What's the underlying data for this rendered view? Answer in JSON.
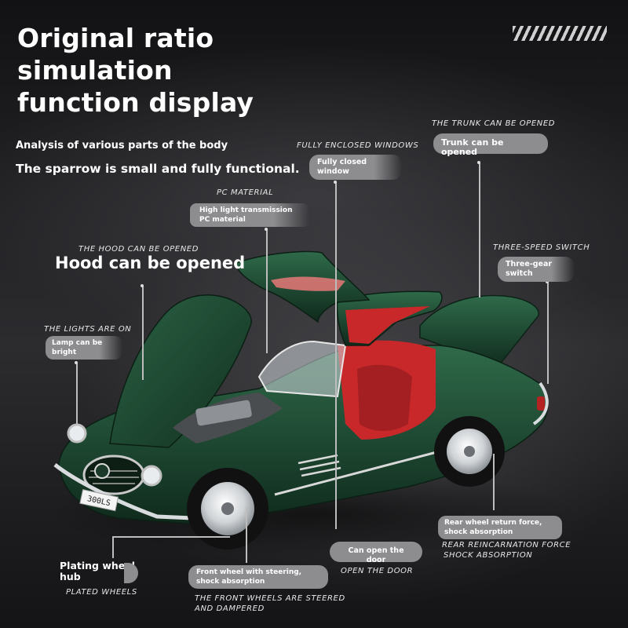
{
  "headline": [
    "Original ratio",
    "simulation",
    "function display"
  ],
  "subtitle_1": "Analysis of various parts of the body",
  "subtitle_2": "The sparrow is small and fully functional.",
  "callouts": {
    "windows": {
      "caption": "FULLY ENCLOSED WINDOWS",
      "pill": "Fully closed window"
    },
    "trunk": {
      "caption": "THE TRUNK CAN BE OPENED",
      "pill": "Trunk can be opened"
    },
    "pc_material": {
      "caption": "PC MATERIAL",
      "pill": "High light transmission PC material"
    },
    "hood": {
      "caption": "THE HOOD CAN BE OPENED",
      "label": "Hood can be opened"
    },
    "switch": {
      "caption": "THREE-SPEED SWITCH",
      "pill": "Three-gear switch"
    },
    "lights": {
      "caption": "THE LIGHTS ARE ON",
      "pill": "Lamp can be bright"
    },
    "rear_wheel": {
      "pill": "Rear wheel return force, shock absorption",
      "caption_1": "REAR REINCARNATION FORCE",
      "caption_2": "SHOCK ABSORPTION"
    },
    "door": {
      "pill": "Can open the door",
      "caption": "OPEN THE DOOR"
    },
    "hub": {
      "label_1": "Plating wheel",
      "label_2": "hub",
      "caption": "PLATED WHEELS"
    },
    "front_wheel": {
      "pill": "Front wheel with steering, shock absorption",
      "caption_1": "THE FRONT WHEELS ARE STEERED",
      "caption_2": "AND DAMPERED"
    }
  },
  "car": {
    "plate": "300LS",
    "body_color": "#1f4a33",
    "interior_color": "#c8282a"
  }
}
